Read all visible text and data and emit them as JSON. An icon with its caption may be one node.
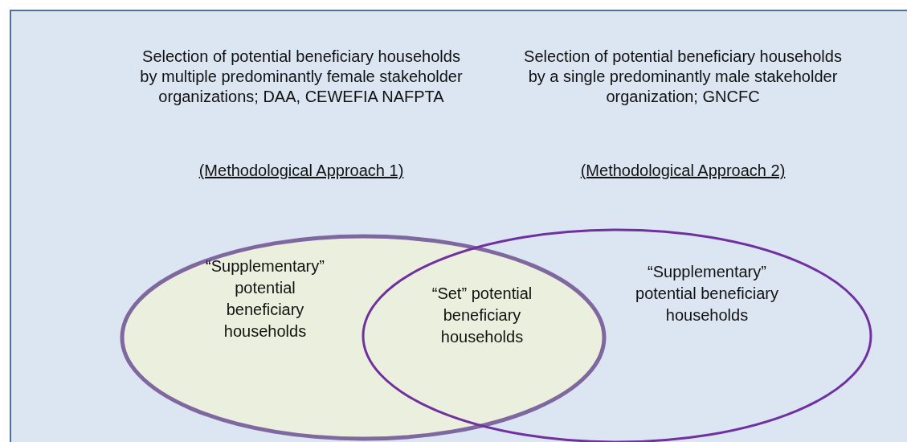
{
  "diagram": {
    "nodes": [
      {
        "text": [
          "“Supplementary” potential beneficiary households"
        ]
      },
      {
        "text": [
          "“Supplementary” potential beneficiary households"
        ]
      },
      {
        "text": [
          "“Set” potential beneficiary households"
        ]
      }
    ],
    "labels": [
      "Selection of potential beneficiary households by multiple predominantly female stakeholder organizations; DAA, CEWEFIA NAFPTA",
      "Selection of potential beneficiary households by a single predominantly male stakeholder organization; GNCFC",
      "(Methodological Approach 1)",
      "(Methodological Approach 2)"
    ]
  }
}
